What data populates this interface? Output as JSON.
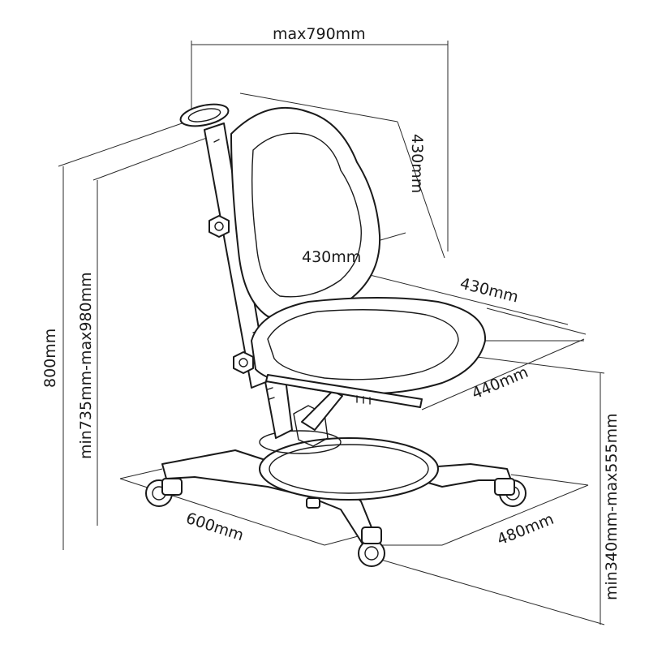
{
  "labels": {
    "top_width": "max790mm",
    "back_height": "430mm",
    "back_width": "430mm",
    "seat_width": "430mm",
    "seat_depth": "440mm",
    "total_height": "800mm",
    "height_range": "min735mm-max980mm",
    "seat_height_range": "min340mm-max555mm",
    "base_width": "600mm",
    "base_depth": "480mm"
  },
  "colors": {
    "ink": "#1a1a1a",
    "background": "#ffffff"
  }
}
